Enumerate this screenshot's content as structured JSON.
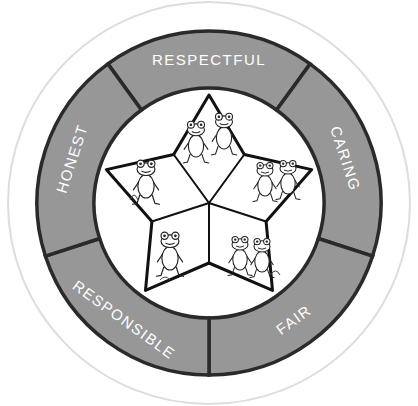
{
  "diagram": {
    "nodes": [
      {
        "text": [
          "RESPECTFUL"
        ]
      },
      {
        "text": [
          "CARING"
        ]
      },
      {
        "text": [
          "FAIR"
        ]
      },
      {
        "text": [
          "RESPONSIBLE"
        ]
      },
      {
        "text": [
          "HONEST"
        ]
      }
    ]
  }
}
